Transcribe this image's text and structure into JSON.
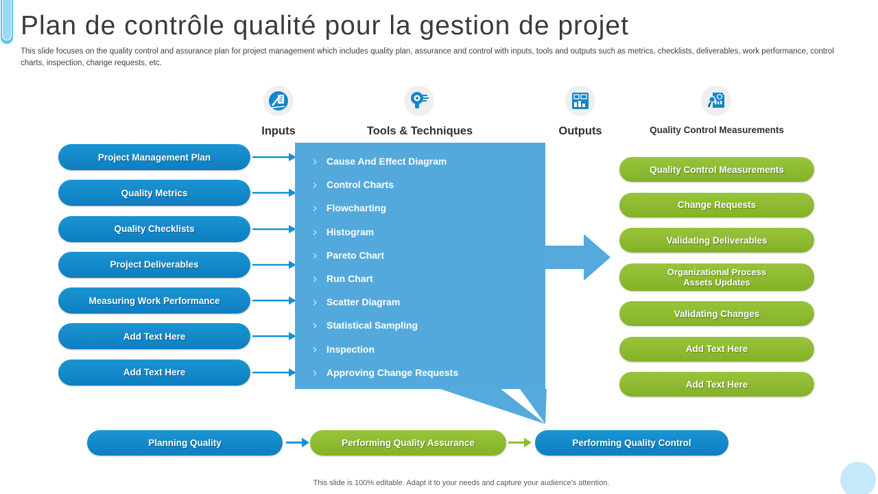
{
  "slide": {
    "title": "Plan de contrôle qualité pour la gestion de projet",
    "subtitle": "This slide focuses on the quality control and assurance plan for project management which includes quality plan, assurance and control with inputs, tools and outputs such as metrics, checklists, deliverables, work performance, control charts, inspection, change requests, etc.",
    "footer": "This slide is 100% editable. Adapt it to your needs and capture your audience's attention."
  },
  "columns": {
    "inputs": {
      "label": "Inputs",
      "icon": "document-pencil-icon"
    },
    "tools": {
      "label": "Tools & Techniques",
      "icon": "bulb-gear-icon"
    },
    "outputs": {
      "label": "Outputs",
      "icon": "chart-board-icon"
    },
    "measurements": {
      "label": "Quality Control Measurements",
      "icon": "magnifier-report-icon"
    }
  },
  "inputs_items": [
    "Project Management Plan",
    "Quality Metrics",
    "Quality Checklists",
    "Project Deliverables",
    "Measuring Work Performance",
    "Add Text Here",
    "Add Text Here"
  ],
  "tools_items": [
    "Cause And Effect Diagram",
    "Control Charts",
    "Flowcharting",
    "Histogram",
    "Pareto Chart",
    "Run Chart",
    "Scatter Diagram",
    "Statistical Sampling",
    "Inspection",
    "Approving Change Requests"
  ],
  "outputs_items": [
    "Quality Control Measurements",
    "Change Requests",
    "Validating Deliverables",
    "Organizational Process Assets Updates",
    "Validating Changes",
    "Add Text Here",
    "Add Text Here"
  ],
  "process_items": [
    {
      "label": "Planning Quality",
      "style": "blue"
    },
    {
      "label": "Performing Quality Assurance",
      "style": "green"
    },
    {
      "label": "Performing Quality Control",
      "style": "blue"
    }
  ],
  "colors": {
    "dark_blue": "#1187C9",
    "light_blue": "#55A9DC",
    "green": "#8CBB2E",
    "arrow_blue": "#1590D2",
    "icon_blue": "#1287C9",
    "ribbon_blue": "#9AD9F8"
  }
}
